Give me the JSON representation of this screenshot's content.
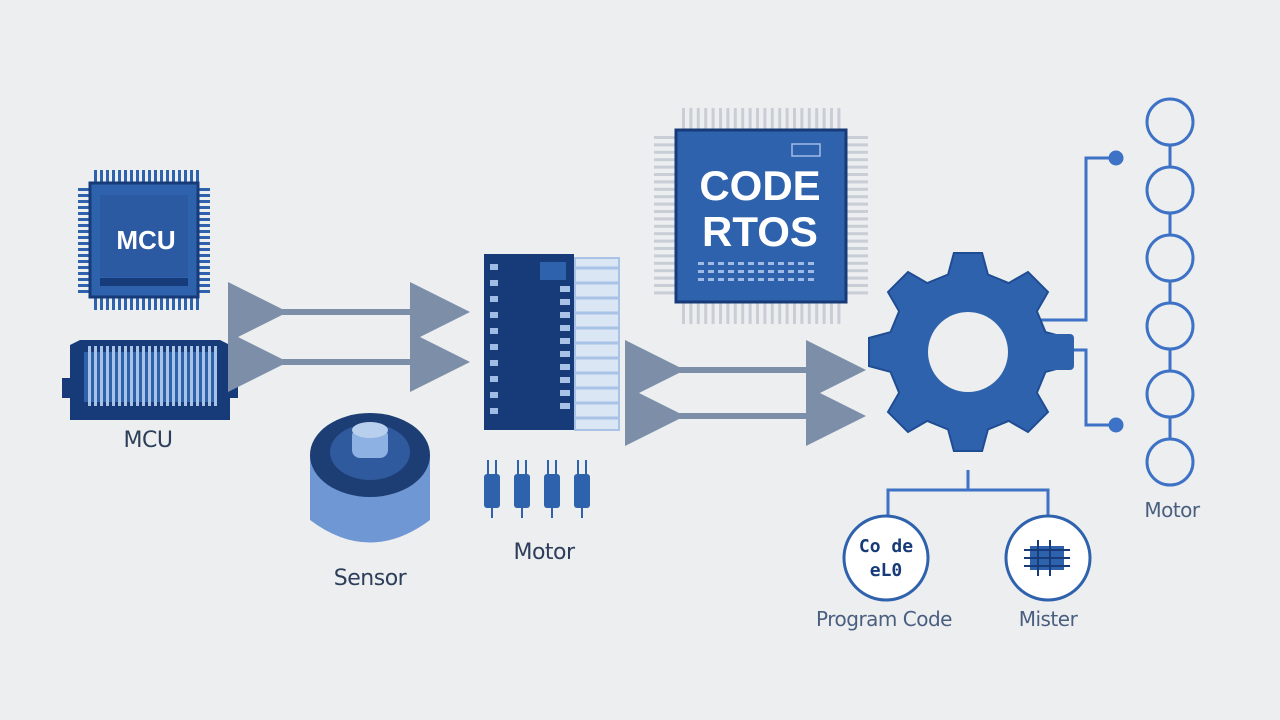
{
  "colors": {
    "chip_blue": "#2f62ad",
    "chip_dark": "#163b78",
    "accent_blue": "#3d72c6",
    "light_blue": "#a9c3e6",
    "arrow_gray": "#7d8ea8",
    "pin_gray": "#c8cdd6"
  },
  "mcu_chip": {
    "text": "MCU",
    "icon": "microcontroller-chip-icon"
  },
  "mcu_label": "MCU",
  "sensor_label": "Sensor",
  "motor_driver_label": "Motor",
  "code_chip": {
    "line1": "CODE",
    "line2": "RTOS",
    "icon": "processor-chip-icon"
  },
  "gear": {
    "icon": "gear-icon"
  },
  "program_code": {
    "badge_line1": "Co de",
    "badge_line2": "eL0",
    "label": "Program Code"
  },
  "master": {
    "label": "Mister"
  },
  "motor_chain_label": "Motor"
}
